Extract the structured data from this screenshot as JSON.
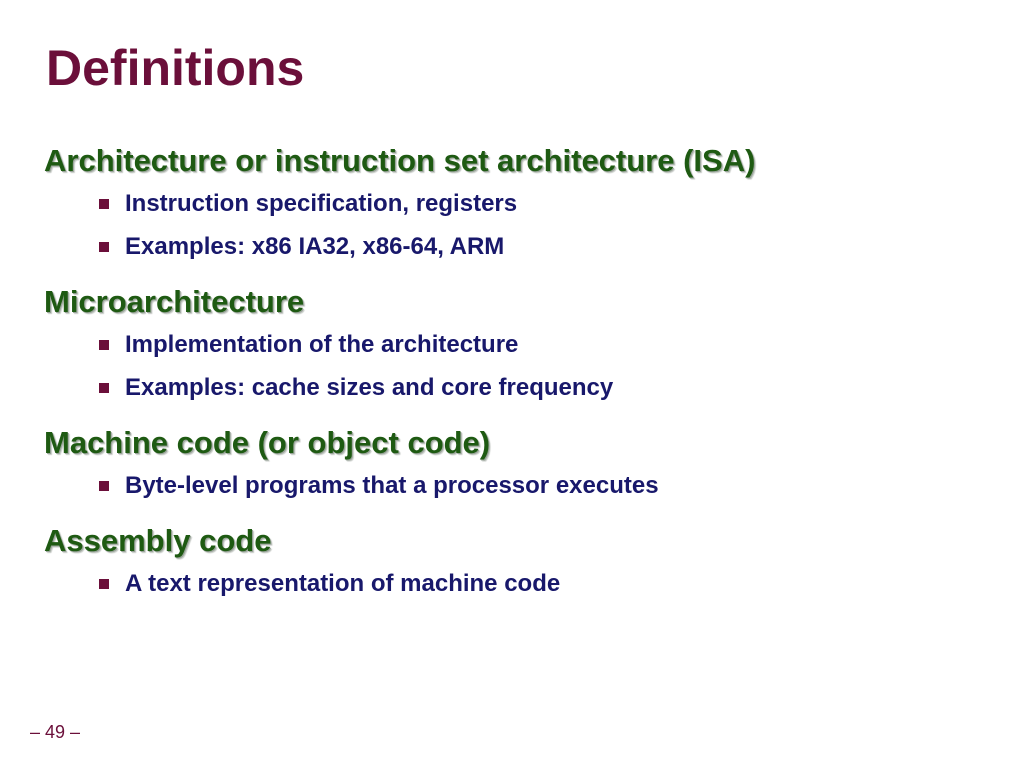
{
  "slide": {
    "title": "Definitions",
    "page_number": "– 49 –",
    "sections": [
      {
        "heading": "Architecture or instruction set architecture (ISA)",
        "bullets": [
          "Instruction specification, registers",
          "Examples: x86 IA32, x86-64, ARM"
        ]
      },
      {
        "heading": "Microarchitecture",
        "bullets": [
          "Implementation of the architecture",
          "Examples: cache sizes and core frequency"
        ]
      },
      {
        "heading": "Machine code (or object code)",
        "bullets": [
          "Byte-level programs that a processor executes"
        ]
      },
      {
        "heading": "Assembly code",
        "bullets": [
          "A text representation of machine code"
        ]
      }
    ]
  },
  "colors": {
    "title": "#6b0f3a",
    "heading": "#1e5a12",
    "bullet_text": "#18186b",
    "bullet_marker": "#6b0f3a",
    "background": "#ffffff"
  }
}
